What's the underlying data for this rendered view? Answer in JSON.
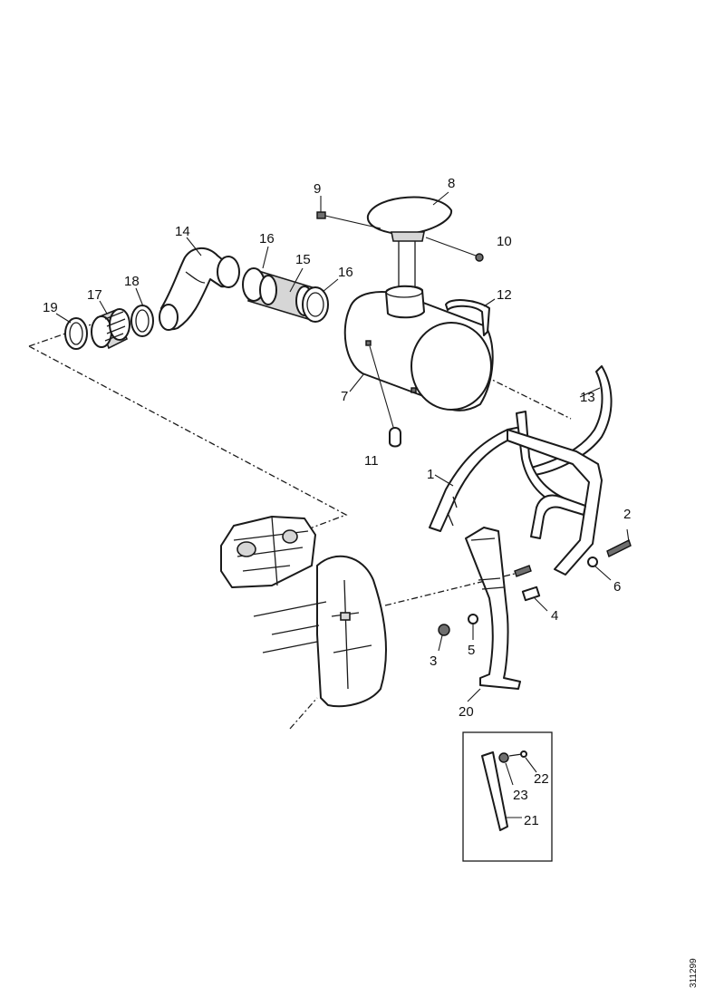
{
  "callouts": [
    "1",
    "2",
    "3",
    "4",
    "5",
    "6",
    "7",
    "8",
    "9",
    "10",
    "11",
    "12",
    "13",
    "14",
    "15",
    "16",
    "16",
    "17",
    "18",
    "19",
    "20",
    "21",
    "22",
    "23"
  ],
  "drawing_ref": "311299"
}
